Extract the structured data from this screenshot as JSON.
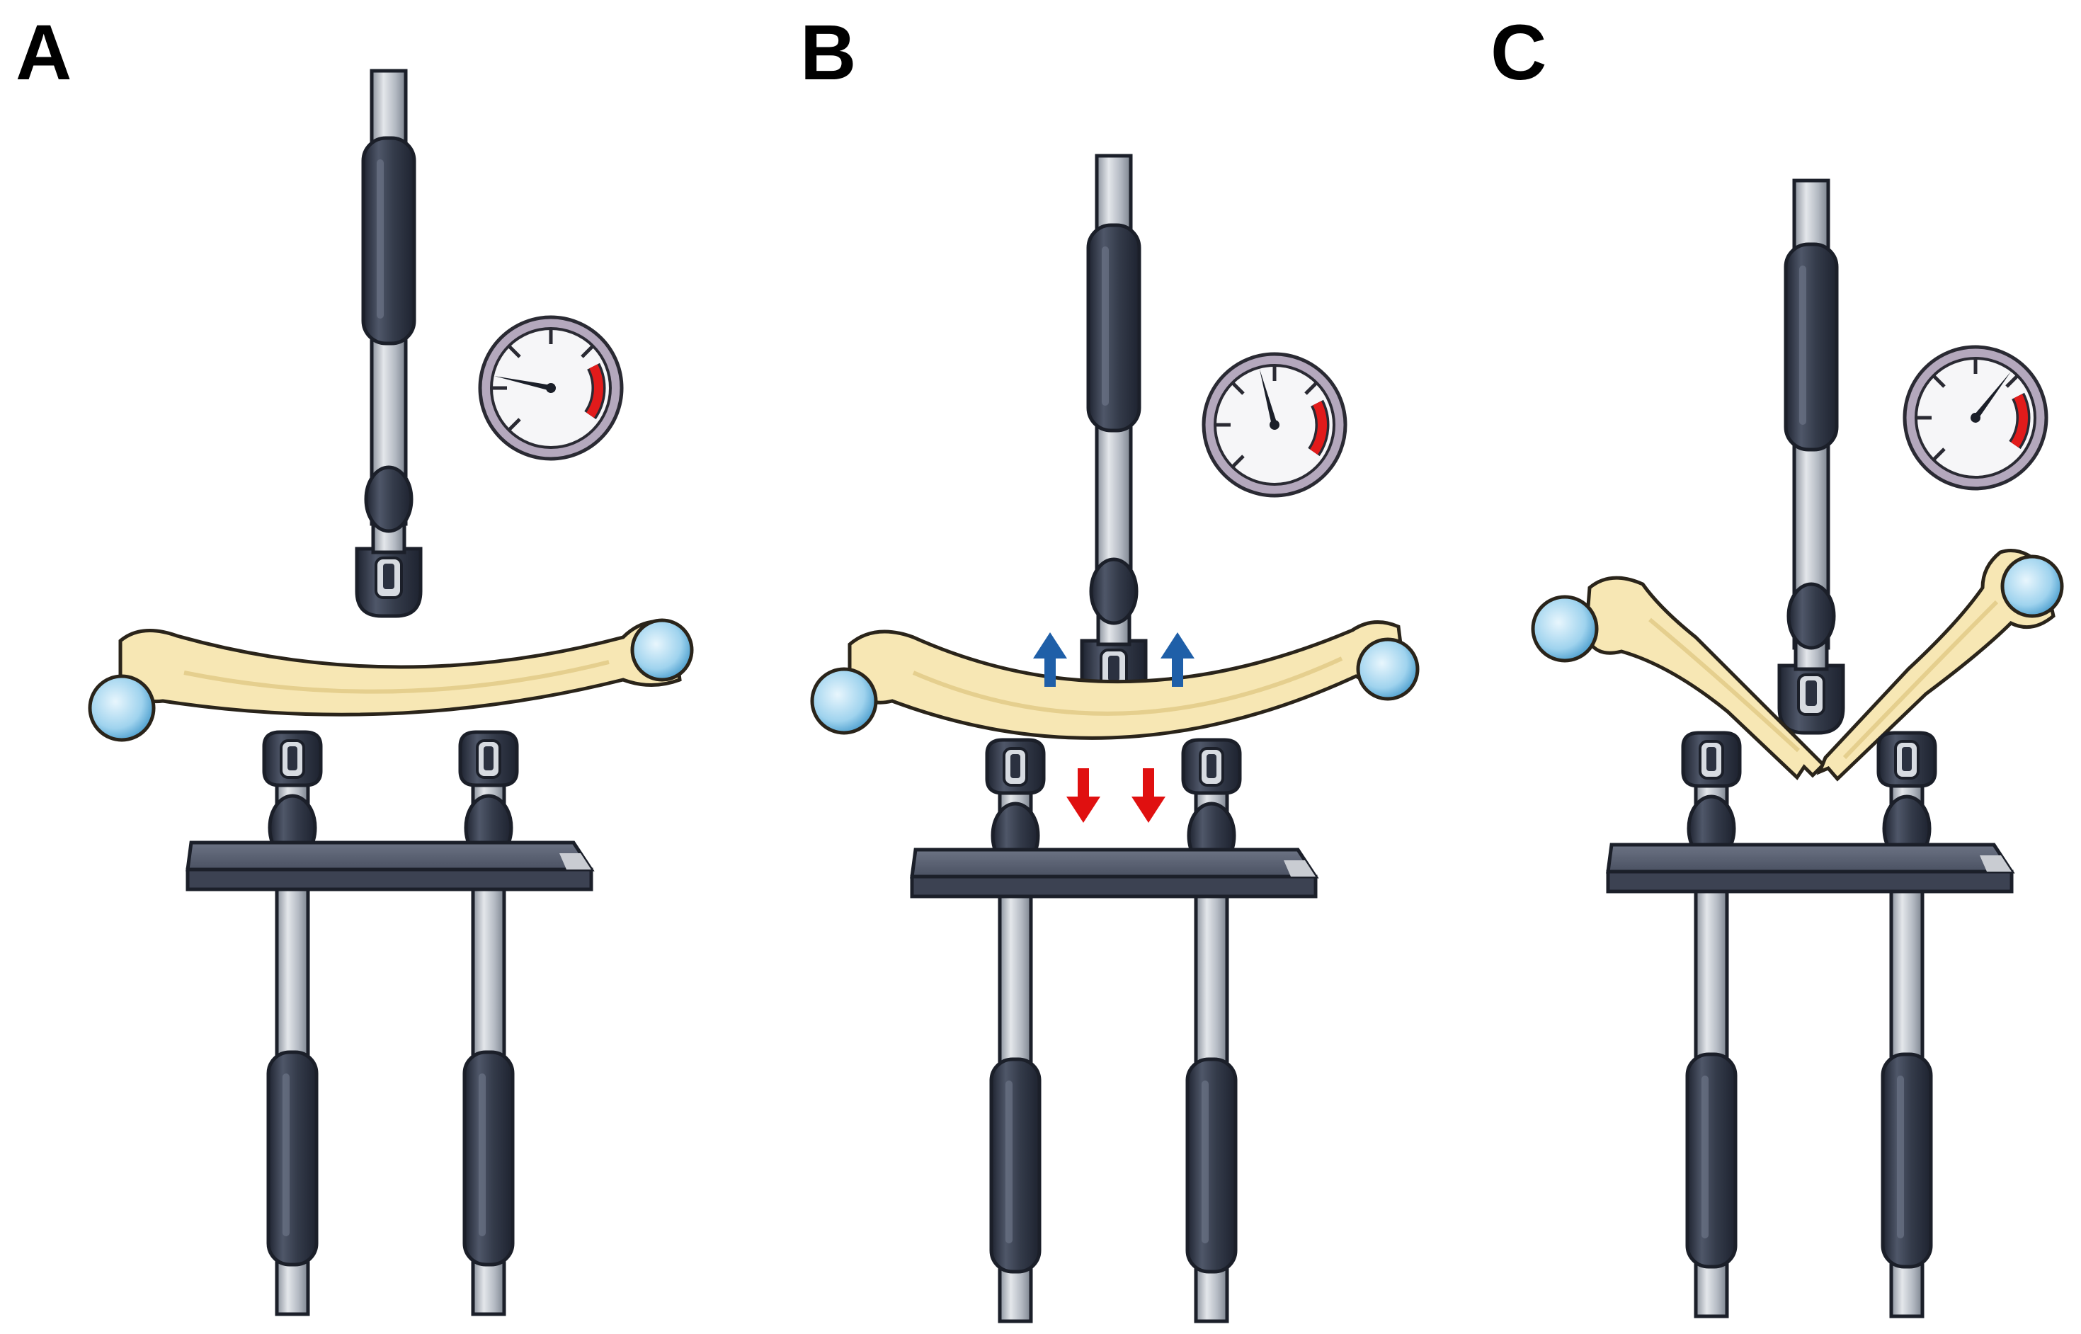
{
  "panels": [
    {
      "id": "A",
      "label": "A",
      "state": "unloaded",
      "gauge_level": 0.2
    },
    {
      "id": "B",
      "label": "B",
      "state": "bending",
      "gauge_level": 0.5
    },
    {
      "id": "C",
      "label": "C",
      "state": "fractured",
      "gauge_level": 0.75
    }
  ],
  "colors": {
    "rod": "#aeb4bd",
    "grip": "#343b4a",
    "bone": "#f7e7b4",
    "bone_head": "#9fd3ee",
    "gauge_red": "#e11b1b",
    "arrow_up": "#1f5fa8",
    "arrow_down": "#e01010"
  },
  "icons": [
    "pressure-gauge-icon",
    "arrow-up-icon",
    "arrow-down-icon",
    "bone-icon"
  ]
}
